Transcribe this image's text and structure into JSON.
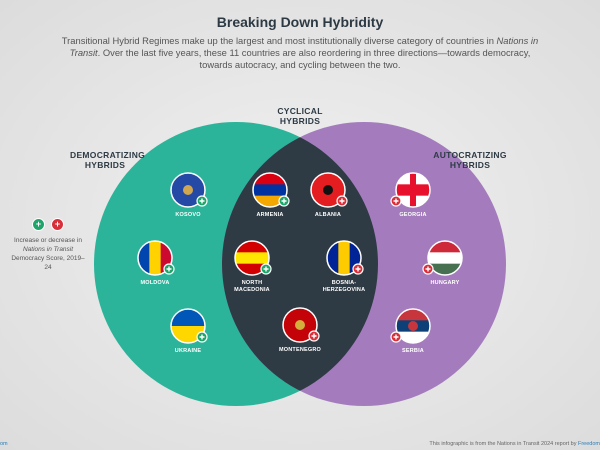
{
  "title": "Breaking Down Hybridity",
  "intro_parts": [
    "Transitional Hybrid Regimes make up the largest and most institutionally diverse category of countries in ",
    "Nations in Transit",
    ". Over the last five years, these 11 countries are also reordering in three directions—towards democracy, towards autocracy, and cycling between the two."
  ],
  "groups": {
    "democratizing": [
      "DEMOCRATIZING",
      "HYBRIDS"
    ],
    "cyclical": [
      "CYCLICAL",
      "HYBRIDS"
    ],
    "autocratizing": [
      "AUTOCRATIZING",
      "HYBRIDS"
    ]
  },
  "colors": {
    "democratizing": "#2bb49a",
    "autocratizing": "#a47cbd",
    "cyclical": "#2e3a44",
    "increase": "#1fa56a",
    "decrease": "#d7303a"
  },
  "legend": {
    "increase_symbol": "+",
    "decrease_symbol": "+",
    "text_parts": [
      "Increase or decrease in ",
      "Nations in Transit",
      " Democracy Score, 2019–24"
    ]
  },
  "countries": [
    {
      "name": "KOSOVO",
      "group": "democratizing",
      "change": "increase",
      "flag": [
        "#244aa5",
        "#244aa5",
        "#244aa5"
      ]
    },
    {
      "name": "MOLDOVA",
      "group": "democratizing",
      "change": "increase",
      "flag": [
        "#0046ae",
        "#ffd200",
        "#cc092f"
      ],
      "vertical": true
    },
    {
      "name": "UKRAINE",
      "group": "democratizing",
      "change": "increase",
      "flag": [
        "#0057b7",
        "#ffd700"
      ]
    },
    {
      "name": "ARMENIA",
      "group": "cyclical",
      "change": "increase",
      "flag": [
        "#d90012",
        "#0033a0",
        "#f2a800"
      ]
    },
    {
      "name": "ALBANIA",
      "group": "cyclical",
      "change": "decrease",
      "flag": [
        "#e41e20",
        "#e41e20"
      ]
    },
    {
      "name": "NORTH MACEDONIA",
      "group": "cyclical",
      "change": "increase",
      "flag": [
        "#d20000",
        "#ffe600",
        "#d20000"
      ]
    },
    {
      "name": "BOSNIA-HERZEGOVINA",
      "group": "cyclical",
      "change": "decrease",
      "flag": [
        "#002395",
        "#fecb00",
        "#002395"
      ],
      "vertical": true
    },
    {
      "name": "MONTENEGRO",
      "group": "cyclical",
      "change": "decrease",
      "flag": [
        "#c40308",
        "#c40308"
      ]
    },
    {
      "name": "GEORGIA",
      "group": "autocratizing",
      "change": "decrease",
      "flag": [
        "#ffffff",
        "#e8112d",
        "#ffffff"
      ]
    },
    {
      "name": "HUNGARY",
      "group": "autocratizing",
      "change": "decrease",
      "flag": [
        "#ce2939",
        "#ffffff",
        "#477050"
      ]
    },
    {
      "name": "SERBIA",
      "group": "autocratizing",
      "change": "decrease",
      "flag": [
        "#c6363c",
        "#0c4076",
        "#ffffff"
      ]
    }
  ],
  "footer": {
    "left_link": "om",
    "right_text": "This infographic is from the Nations in Transit 2024 report by ",
    "right_link": "Freedom"
  }
}
